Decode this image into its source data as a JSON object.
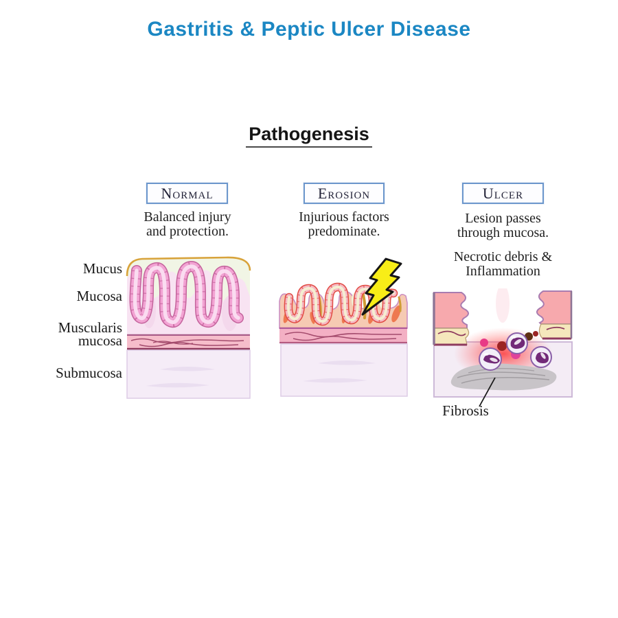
{
  "title": {
    "text": "Gastritis & Peptic Ulcer Disease",
    "color": "#1b87c3"
  },
  "section_heading": "Pathogenesis",
  "panels": [
    {
      "header": "Normal",
      "lines": [
        "Balanced injury",
        "and protection."
      ]
    },
    {
      "header": "Erosion",
      "lines": [
        "Injurious factors",
        "predominate."
      ]
    },
    {
      "header": "Ulcer",
      "lines": [
        "Lesion passes",
        "through mucosa."
      ],
      "extra": [
        "Necrotic debris &",
        "Inflammation"
      ],
      "annotation": "Fibrosis"
    }
  ],
  "layer_labels": [
    "Mucus",
    "Mucosa",
    "Muscularis",
    "mucosa",
    "Submucosa"
  ],
  "icons": [
    {
      "name": "lightning-bolt-icon",
      "meaning": "injurious attack",
      "color": "#f8ed17"
    },
    {
      "name": "neutrophil-cell",
      "meaning": "inflammatory white blood cell"
    }
  ],
  "colors": {
    "title_blue": "#1b87c3",
    "header_box_border": "#6b96cc",
    "mucus_green": "#f1f5e5",
    "mucus_gold_edge": "#d8a33b",
    "mucosa_pink": "#f8e3f2",
    "gland_outline": "#c4639c",
    "gland_fill": "#f2a3d3",
    "gland_lumen": "#fadcf0",
    "muscularis_fill": "#f6bdcb",
    "muscularis_line": "#a34a6c",
    "submucosa_fill": "#f5ecf7",
    "erosion_bg": "#f6cab3",
    "erosion_gland_outline": "#e14b44",
    "erosion_orange": "#ee7950",
    "bolt_yellow": "#f8ed17",
    "ulcer_chunk_pink": "#f7a9ad",
    "ulcer_chunk_tan": "#f5e7bc",
    "inflammation_red": "#ff2020",
    "fibrosis_grey": "#c8c4c8"
  }
}
